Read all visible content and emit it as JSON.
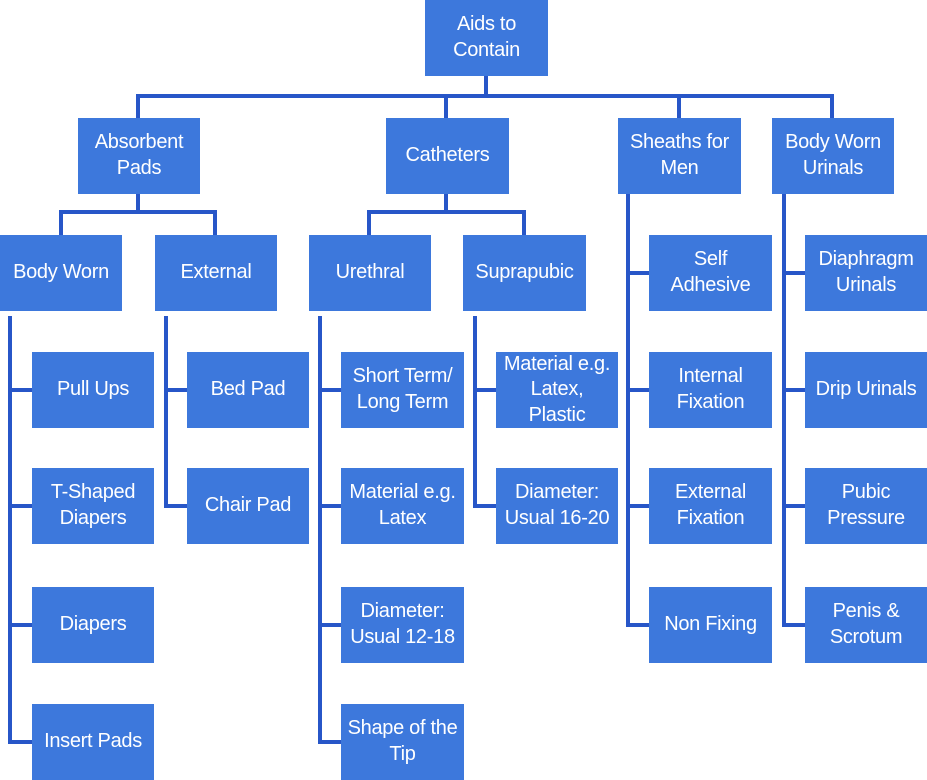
{
  "diagram": {
    "root": {
      "label": "Aids to Contain"
    },
    "categories": [
      {
        "key": "absorbent",
        "label": "Absorbent\nPads",
        "subcategories": [
          {
            "key": "body-worn",
            "label": "Body Worn",
            "items": [
              "Pull Ups",
              "T-Shaped\nDiapers",
              "Diapers",
              "Insert Pads"
            ]
          },
          {
            "key": "external",
            "label": "External",
            "items": [
              "Bed Pad",
              "Chair Pad"
            ]
          }
        ]
      },
      {
        "key": "catheters",
        "label": "Catheters",
        "subcategories": [
          {
            "key": "urethral",
            "label": "Urethral",
            "items": [
              "Short Term/\nLong Term",
              "Material e.g.\nLatex",
              "Diameter:\nUsual 12-18",
              "Shape of the\nTip"
            ]
          },
          {
            "key": "suprapubic",
            "label": "Suprapubic",
            "items": [
              "Material e.g.\nLatex, Plastic",
              "Diameter:\nUsual 16-20"
            ]
          }
        ]
      },
      {
        "key": "sheaths",
        "label": "Sheaths for\nMen",
        "items": [
          "Self Adhesive",
          "Internal\nFixation",
          "External\nFixation",
          "Non Fixing"
        ]
      },
      {
        "key": "urinals",
        "label": "Body Worn\nUrinals",
        "items": [
          "Diaphragm\nUrinals",
          "Drip Urinals",
          "Pubic\nPressure",
          "Penis &\nScrotum"
        ]
      }
    ],
    "colors": {
      "box": "#3d78dc",
      "line": "#2756c8",
      "text": "#ffffff"
    }
  }
}
